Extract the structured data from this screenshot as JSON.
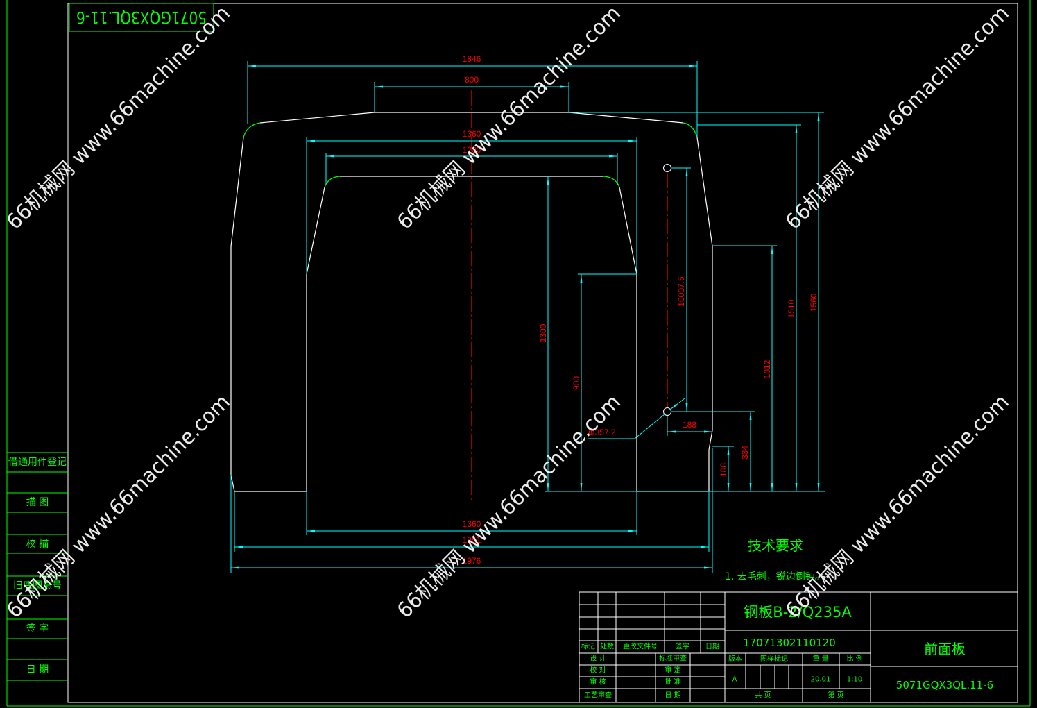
{
  "watermark": "66机械网 www.66machine.com",
  "stamp_number": "5071GQX3QL.11-6",
  "colors": {
    "background": "#000000",
    "outline": "#ffffff",
    "dimension": "#00ffff",
    "dimension_text": "#ff0000",
    "fillet": "#00ff00",
    "centerline": "#ff0000",
    "annotation": "#00ff00",
    "frame": "#ffffff",
    "border": "#00ff00",
    "watermark": "#ffffff"
  },
  "side_table": [
    "借通用件登记",
    "描 图",
    "校 描",
    "旧底图总号",
    "签 字",
    "日 期"
  ],
  "drawing": {
    "dimensions": {
      "overall_top_width": "1846",
      "top_flat_width": "800",
      "opening_width_top": "1360",
      "opening_inner_width": "1200",
      "opening_width_bottom": "1360",
      "base_width_inner": "1951",
      "base_width_outer": "1976",
      "opening_height": "1300",
      "opening_side_height": "900",
      "hole_spacing": "10007.5",
      "hole_diameter": "Φ357.2",
      "hole_offset_x": "188",
      "hole_offset_y": "334",
      "step_height": "188",
      "side_height": "1012",
      "shoulder_height": "1510",
      "total_height": "1560"
    }
  },
  "notes": {
    "heading": "技术要求",
    "items": [
      "1. 去毛刺，锐边倒钝。"
    ]
  },
  "title_block": {
    "material": "钢板B-2/Q235A",
    "part_code": "17071302110120",
    "part_name": "前面板",
    "drawing_number": "5071GQX3QL.11-6",
    "revision_headers": [
      "标记",
      "处数",
      "更改文件号",
      "签字",
      "日期"
    ],
    "roles_left": [
      "设 计",
      "校 对",
      "审 核",
      "工艺审查"
    ],
    "roles_right": [
      "标准审查",
      "审 定",
      "批 准",
      "日 期"
    ],
    "info_headers": [
      "版本",
      "图样标记",
      "重 量",
      "比 例"
    ],
    "version": "A",
    "weight": "20.01",
    "scale": "1:10",
    "sheets_total_label": "共 页",
    "sheet_number_label": "第 页"
  }
}
